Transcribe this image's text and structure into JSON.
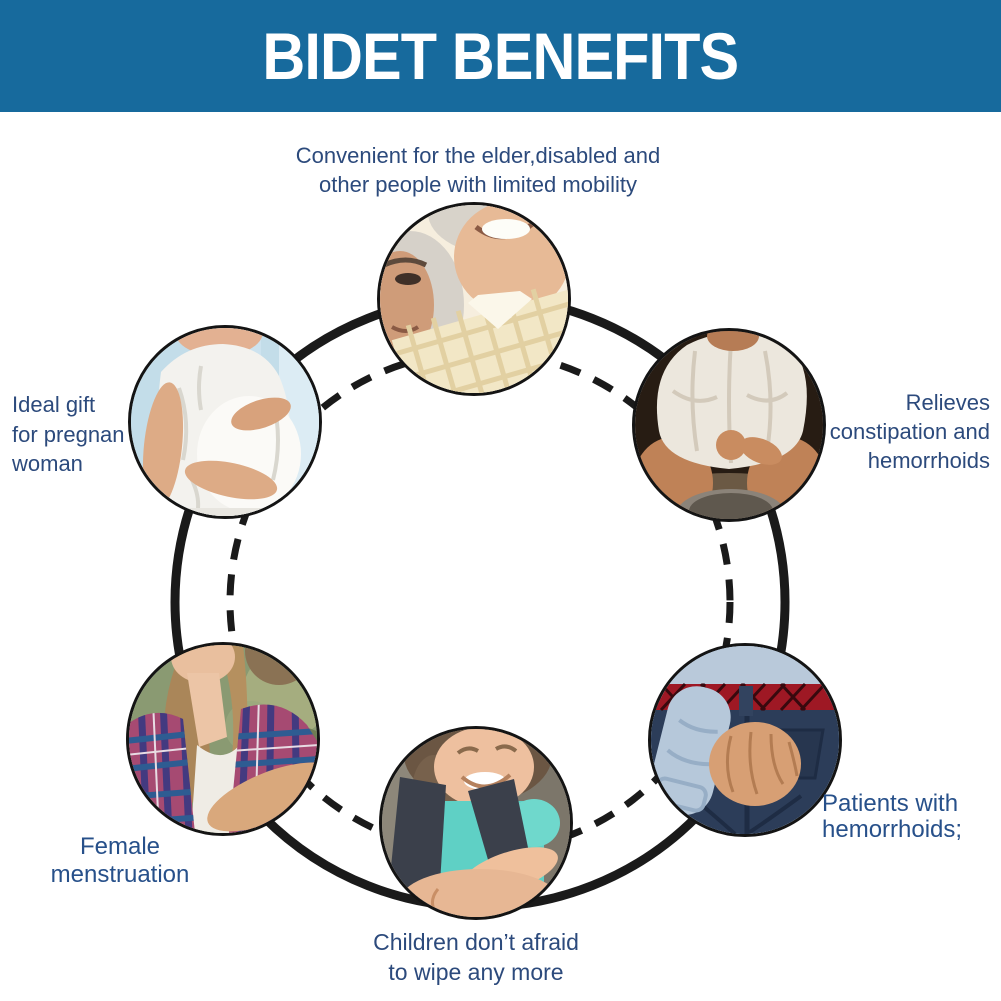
{
  "header": {
    "title": "BIDET BENEFITS"
  },
  "diagram": {
    "benefits": [
      {
        "position": "top",
        "label": "Convenient for the elder,disabled and\nother people with limited mobility",
        "photo": "elderly-couple"
      },
      {
        "position": "top-right",
        "label": "Relieves\nconstipation and\nhemorrhoids",
        "photo": "man-sitting-on-toilet"
      },
      {
        "position": "bottom-right",
        "label": "Patients with\nhemorrhoids;",
        "photo": "hand-holding-buttocks"
      },
      {
        "position": "bottom",
        "label": "Children don’t afraid\nto wipe any more",
        "photo": "smiling-child-in-car-seat"
      },
      {
        "position": "bottom-left",
        "label": "Female\nmenstruation",
        "photo": "young-woman-plaid-shirt"
      },
      {
        "position": "top-left",
        "label": "Ideal gift\nfor pregnan\nwoman",
        "photo": "pregnant-woman"
      }
    ]
  },
  "colors": {
    "banner_blue": "#176a9d",
    "title_white": "#ffffff",
    "label_navy": "#2c4a7c",
    "ring_black": "#1a1a1a"
  }
}
